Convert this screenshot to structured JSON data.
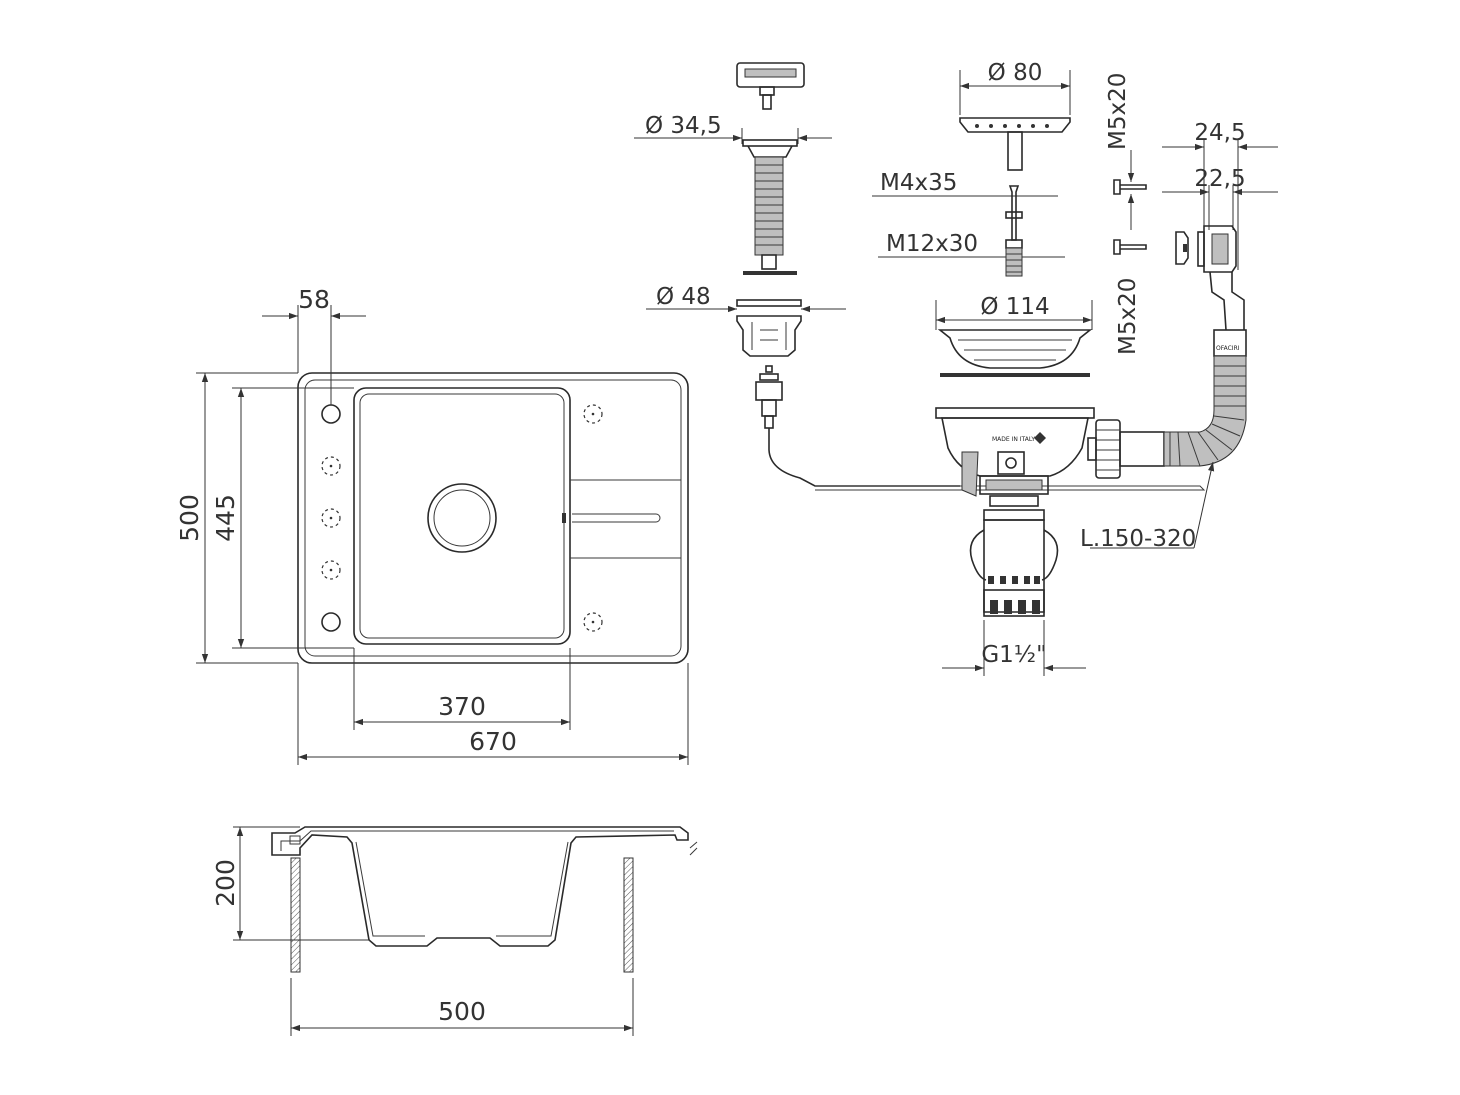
{
  "plan_view": {
    "tap_offset": "58",
    "depth_total": "500",
    "depth_bowl": "445",
    "bowl_width": "370",
    "total_width": "670"
  },
  "section_view": {
    "depth": "200",
    "cabinet_width": "500"
  },
  "fittings": {
    "overflow_button_diameter": "Ø 34,5",
    "overflow_body_diameter": "Ø 48",
    "strainer_plug_diameter": "Ø 80",
    "screw_m4": "M4x35",
    "screw_m12": "M12x30",
    "basket_diameter": "Ø 114",
    "bolt_top": "M5x20",
    "bolt_bottom": "M5x20",
    "overflow_width_outer": "24,5",
    "overflow_width_inner": "22,5",
    "hose_length": "L.150-320",
    "thread": "G1½\"",
    "made_in_italy": "MADE IN ITALY"
  },
  "colors": {
    "line": "#2a2a2a",
    "dimension": "#333333",
    "fill_grey": "#bfbfbf"
  }
}
